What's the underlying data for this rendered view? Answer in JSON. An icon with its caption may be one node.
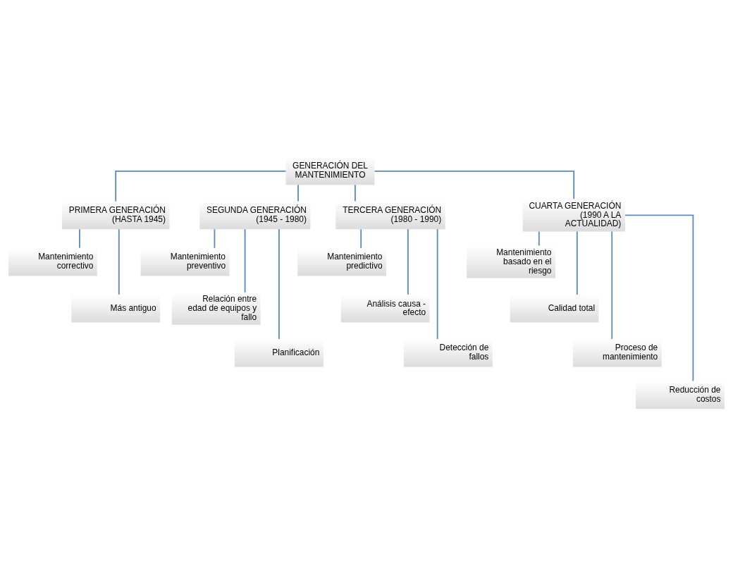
{
  "diagram": {
    "nodes": [
      {
        "text": [
          "GENERACIÓN DEL MANTENIMIENTO"
        ]
      },
      {
        "text": [
          "PRIMERA GENERACIÓN (HASTA 1945)"
        ]
      },
      {
        "text": [
          "SEGUNDA GENERACIÓN (1945 - 1980)"
        ]
      },
      {
        "text": [
          "TERCERA GENERACIÓN (1980 - 1990)"
        ]
      },
      {
        "text": [
          "CUARTA GENERACIÓN (1990 A LA ACTUALIDAD)"
        ]
      },
      {
        "text": [
          "Mantenimiento correctivo"
        ]
      },
      {
        "text": [
          "Mantenimiento preventivo"
        ]
      },
      {
        "text": [
          "Mantenimiento predictivo"
        ]
      },
      {
        "text": [
          "Mantenimiento basado en el riesgo"
        ]
      },
      {
        "text": [
          "Más antiguo"
        ]
      },
      {
        "text": [
          "Relación entre edad de equipos y fallo"
        ]
      },
      {
        "text": [
          "Análisis causa - efecto"
        ]
      },
      {
        "text": [
          "Calidad total"
        ]
      },
      {
        "text": [
          "Planificación"
        ]
      },
      {
        "text": [
          "Detección de fallos"
        ]
      },
      {
        "text": [
          "Proceso de mantenimiento"
        ]
      },
      {
        "text": [
          "Reducción de costos"
        ]
      }
    ],
    "edges": [
      {
        "from": 0,
        "to": 1,
        "arrow": "none"
      },
      {
        "from": 0,
        "to": 2,
        "arrow": "none"
      },
      {
        "from": 0,
        "to": 3,
        "arrow": "none"
      },
      {
        "from": 0,
        "to": 4,
        "arrow": "none"
      },
      {
        "from": 1,
        "to": 5,
        "arrow": "none"
      },
      {
        "from": 1,
        "to": 9,
        "arrow": "none"
      },
      {
        "from": 2,
        "to": 6,
        "arrow": "none"
      },
      {
        "from": 2,
        "to": 10,
        "arrow": "none"
      },
      {
        "from": 2,
        "to": 13,
        "arrow": "none"
      },
      {
        "from": 3,
        "to": 7,
        "arrow": "none"
      },
      {
        "from": 3,
        "to": 11,
        "arrow": "none"
      },
      {
        "from": 3,
        "to": 14,
        "arrow": "none"
      },
      {
        "from": 4,
        "to": 8,
        "arrow": "none"
      },
      {
        "from": 4,
        "to": 12,
        "arrow": "none"
      },
      {
        "from": 4,
        "to": 15,
        "arrow": "none"
      },
      {
        "from": 4,
        "to": 16,
        "arrow": "none"
      }
    ]
  }
}
